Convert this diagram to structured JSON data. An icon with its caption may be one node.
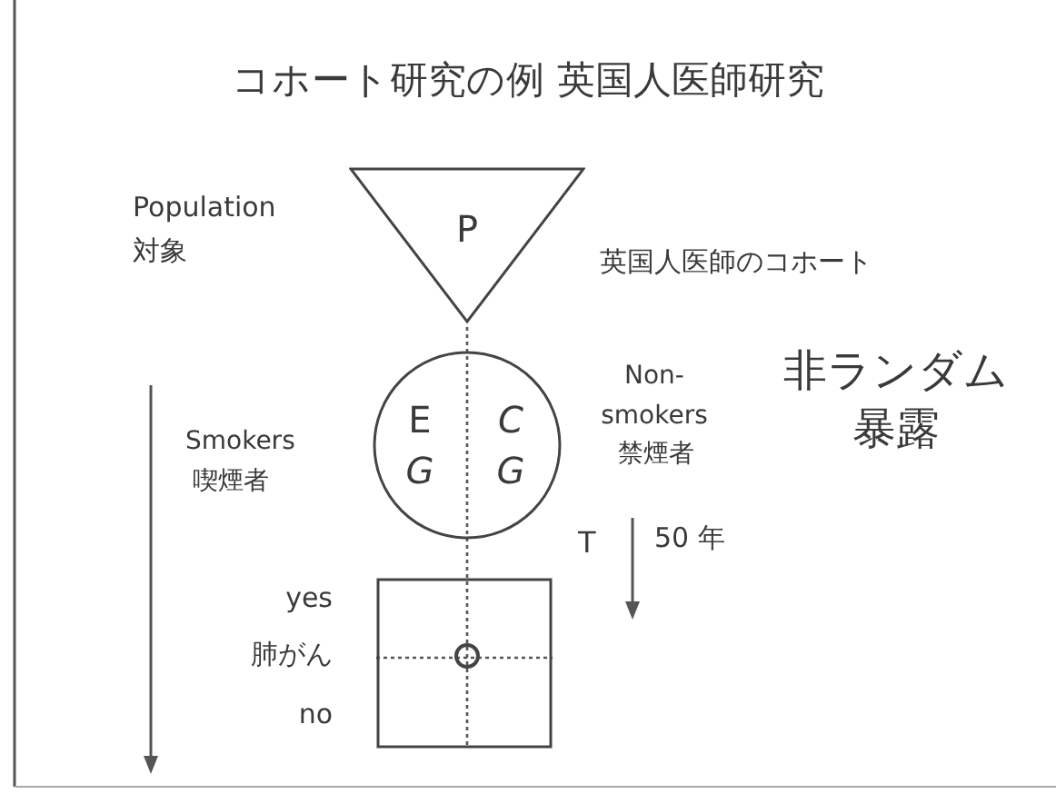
{
  "diagram": {
    "title": "コホート研究の例 英国人医師研究",
    "nodes": [
      {
        "text": [
          "P"
        ]
      },
      {
        "text": [
          "E",
          "C",
          "G",
          "G"
        ]
      },
      {
        "text": [],
        "shape": "box"
      }
    ],
    "labels": [
      "Population",
      "対象",
      "英国人医師のコホート",
      "Smokers",
      "喫煙者",
      "Non-smokers",
      "禁煙者",
      "非ランダム",
      "暴露",
      "T",
      "50 年",
      "yes",
      "肺がん",
      "no"
    ]
  }
}
